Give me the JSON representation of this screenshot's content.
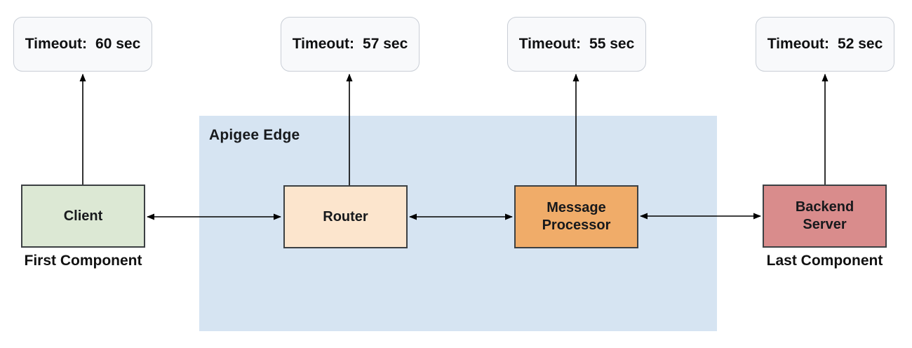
{
  "diagram": {
    "title_region": {
      "label": "Apigee Edge"
    },
    "timeouts": [
      {
        "label": "Timeout:",
        "value": "60 sec",
        "attached_to": "Client"
      },
      {
        "label": "Timeout:",
        "value": "57 sec",
        "attached_to": "Router"
      },
      {
        "label": "Timeout:",
        "value": "55 sec",
        "attached_to": "Message Processor"
      },
      {
        "label": "Timeout:",
        "value": "52 sec",
        "attached_to": "Backend Server"
      }
    ],
    "components": [
      {
        "name": "Client",
        "caption": "First Component"
      },
      {
        "name": "Router",
        "caption": ""
      },
      {
        "name": "Message Processor",
        "caption": ""
      },
      {
        "name": "Backend Server",
        "caption": "Last Component"
      }
    ],
    "connections": [
      {
        "from": "Client",
        "to": "Router",
        "type": "bidirectional-arrow"
      },
      {
        "from": "Router",
        "to": "Message Processor",
        "type": "bidirectional-arrow"
      },
      {
        "from": "Message Processor",
        "to": "Backend Server",
        "type": "bidirectional-arrow"
      },
      {
        "from": "Client",
        "to": "Timeout: 60 sec",
        "type": "up-arrow"
      },
      {
        "from": "Router",
        "to": "Timeout: 57 sec",
        "type": "up-arrow"
      },
      {
        "from": "Message Processor",
        "to": "Timeout: 55 sec",
        "type": "up-arrow"
      },
      {
        "from": "Backend Server",
        "to": "Timeout: 52 sec",
        "type": "up-arrow"
      }
    ],
    "colors": {
      "apigee_region": "#d6e4f2",
      "client_box": "#dce8d4",
      "router_box": "#fce5cd",
      "message_processor_box": "#f0ac69",
      "backend_server_box": "#d98c8c",
      "timeout_fill": "#f8f9fb",
      "timeout_border": "#c9ced6",
      "component_border": "#3c4043",
      "arrow": "#000000"
    }
  }
}
